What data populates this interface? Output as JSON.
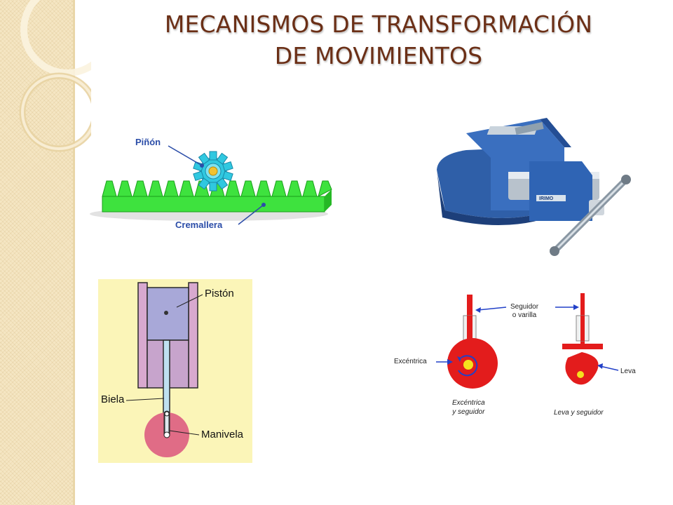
{
  "slide": {
    "title_line1": "MECANISMOS DE TRANSFORMACIÓN",
    "title_line2": "DE MOVIMIENTOS"
  },
  "rack_pinion": {
    "label_pinion": "Piñón",
    "label_rack": "Cremallera"
  },
  "vise": {
    "brand": "IRIMO"
  },
  "piston": {
    "label_piston": "Pistón",
    "label_rod": "Biela",
    "label_crank": "Manivela"
  },
  "cams": {
    "label_follower_1": "Seguidor",
    "label_follower_2": "o varilla",
    "label_eccentric": "Excéntrica",
    "label_cam": "Leva",
    "caption_left_1": "Excéntrica",
    "caption_left_2": "y seguidor",
    "caption_right": "Leva y seguidor"
  }
}
